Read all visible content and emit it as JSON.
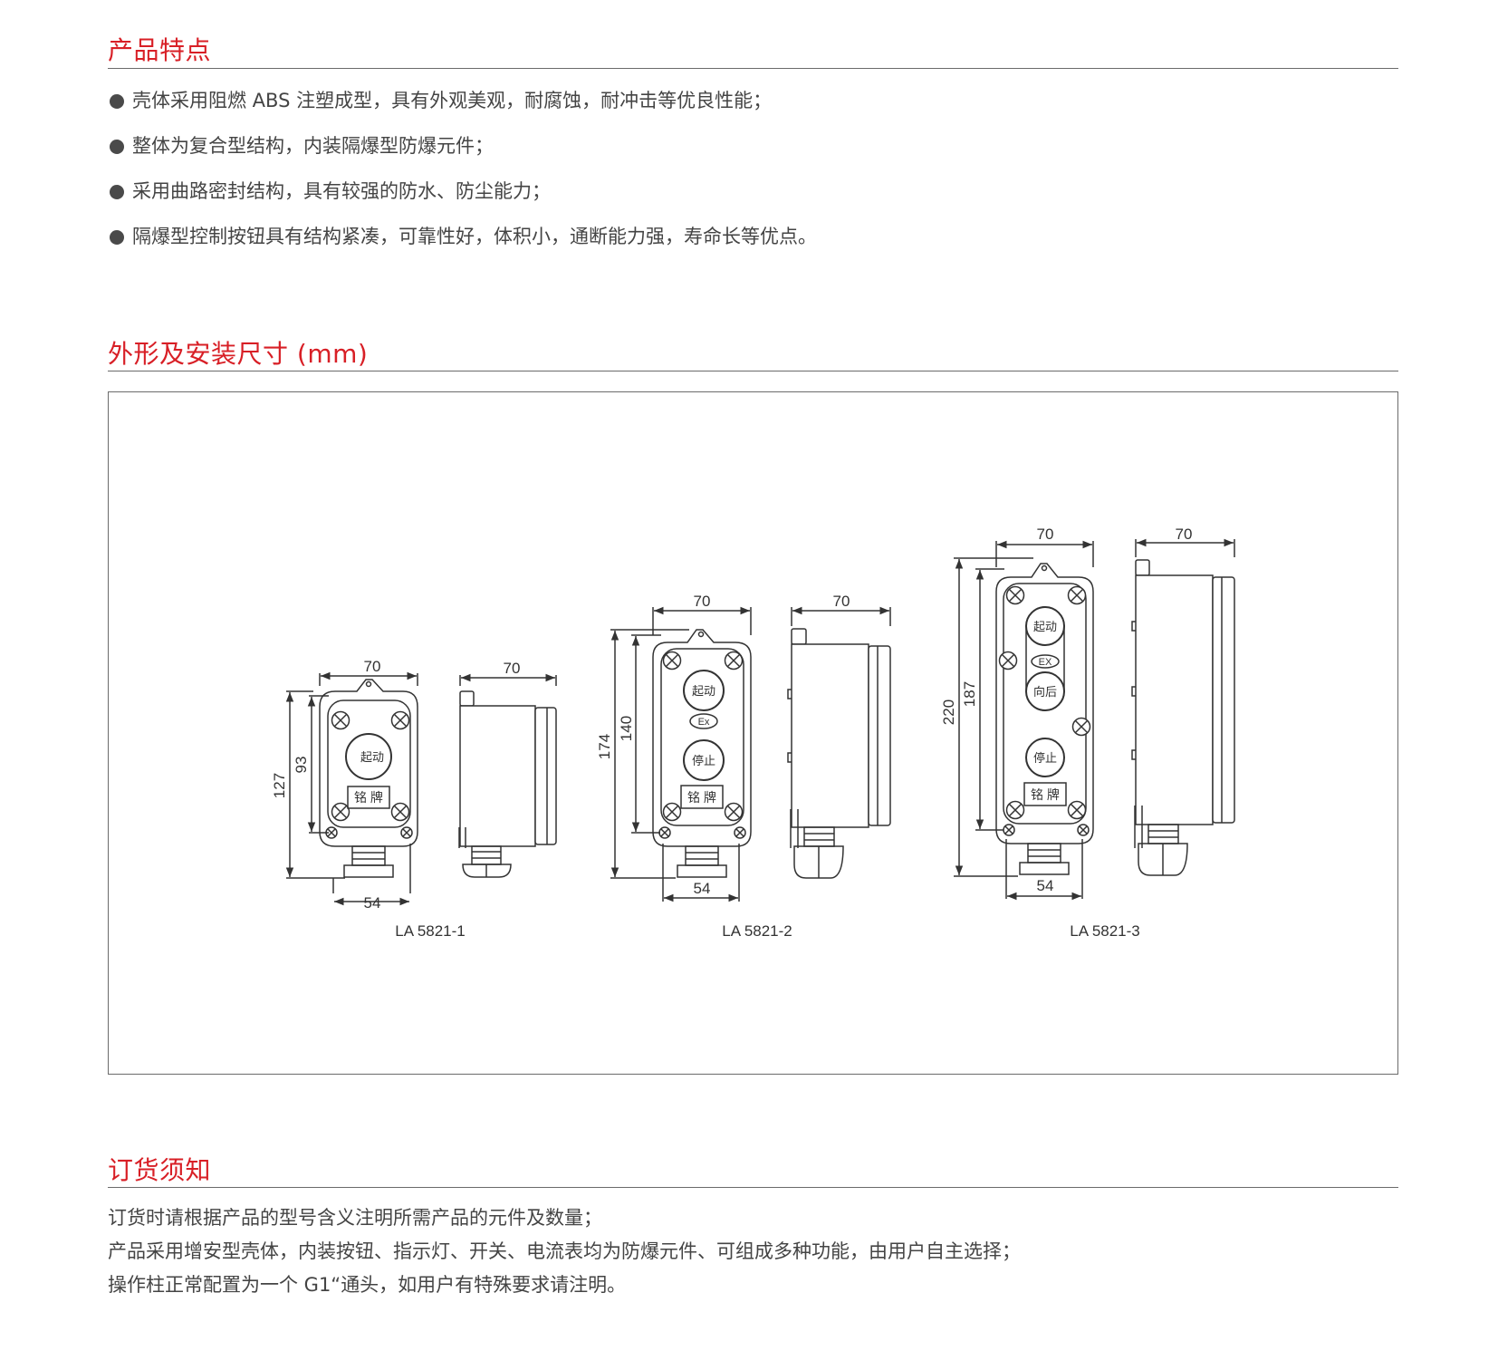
{
  "sections": {
    "features_title": "产品特点",
    "dimensions_title": "外形及安装尺寸 (mm)",
    "ordering_title": "订货须知"
  },
  "features": [
    "壳体采用阻燃 ABS 注塑成型，具有外观美观，耐腐蚀，耐冲击等优良性能；",
    "整体为复合型结构，内装隔爆型防爆元件；",
    "采用曲路密封结构，具有较强的防水、防尘能力；",
    "隔爆型控制按钮具有结构紧凑，可靠性好，体积小，通断能力强，寿命长等优点。"
  ],
  "drawings": {
    "models": [
      {
        "name": "LA 5821-1",
        "width": "70",
        "side_width": "70",
        "base": "54",
        "height_outer": "127",
        "height_inner": "93",
        "buttons": [
          "起动"
        ],
        "ex": "",
        "nameplate": "铭 牌"
      },
      {
        "name": "LA 5821-2",
        "width": "70",
        "side_width": "70",
        "base": "54",
        "height_outer": "174",
        "height_inner": "140",
        "buttons": [
          "起动",
          "停止"
        ],
        "ex": "Ex",
        "nameplate": "铭 牌"
      },
      {
        "name": "LA 5821-3",
        "width": "70",
        "side_width": "70",
        "base": "54",
        "height_outer": "220",
        "height_inner": "187",
        "buttons": [
          "起动",
          "向后",
          "停止"
        ],
        "ex": "EX",
        "nameplate": "铭 牌"
      }
    ]
  },
  "ordering": [
    "订货时请根据产品的型号含义注明所需产品的元件及数量；",
    "产品采用增安型壳体，内装按钮、指示灯、开关、电流表均为防爆元件、可组成多种功能，由用户自主选择；",
    "操作柱正常配置为一个 G1“通头，如用户有特殊要求请注明。"
  ],
  "colors": {
    "accent": "#d81f26",
    "text": "#444444",
    "rule": "#6b6b6b",
    "drawing": "#333333"
  }
}
